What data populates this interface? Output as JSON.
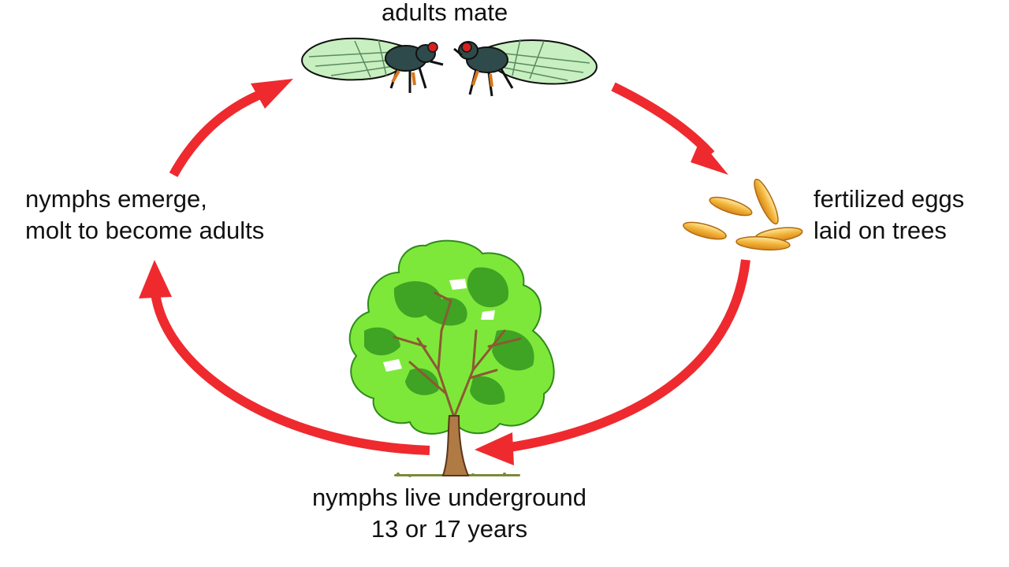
{
  "stages": {
    "adults_mate": "adults mate",
    "eggs_line1": "fertilized eggs",
    "eggs_line2": "laid on trees",
    "emerge_line1": "nymphs emerge,",
    "emerge_line2": "molt to become adults",
    "underground_line1": "nymphs live underground",
    "underground_line2": "13 or 17 years"
  },
  "colors": {
    "arrow": "#ee2a2f",
    "leaf_light": "#7ee83a",
    "leaf_dark": "#3fa324",
    "trunk": "#8b5a33",
    "egg": "#f2b43a",
    "wing": "#c8efc0",
    "cicada_body": "#2f4a4a",
    "cicada_eye": "#d42020"
  },
  "icons": [
    "cicada-icon",
    "egg-icon",
    "tree-icon",
    "cycle-arrow"
  ]
}
